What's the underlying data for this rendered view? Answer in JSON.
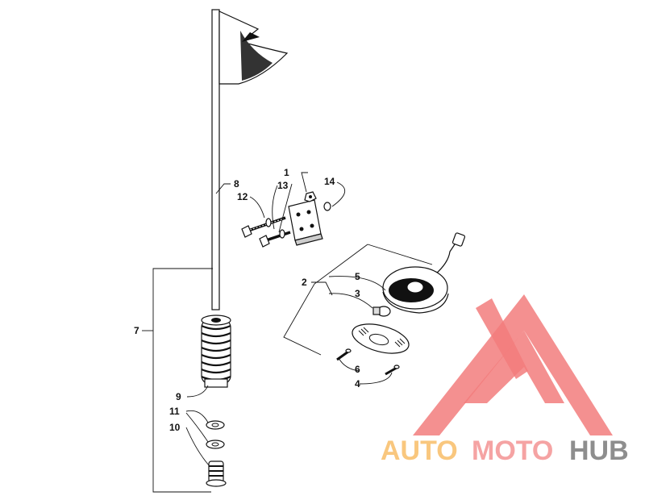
{
  "diagram": {
    "callouts": [
      {
        "id": "c1",
        "text": "1"
      },
      {
        "id": "c2",
        "text": "2"
      },
      {
        "id": "c3",
        "text": "3"
      },
      {
        "id": "c4",
        "text": "4"
      },
      {
        "id": "c5",
        "text": "5"
      },
      {
        "id": "c6",
        "text": "6"
      },
      {
        "id": "c7",
        "text": "7"
      },
      {
        "id": "c8",
        "text": "8"
      },
      {
        "id": "c9",
        "text": "9"
      },
      {
        "id": "c10",
        "text": "10"
      },
      {
        "id": "c11",
        "text": "11"
      },
      {
        "id": "c12",
        "text": "12"
      },
      {
        "id": "c13",
        "text": "13"
      },
      {
        "id": "c14",
        "text": "14"
      }
    ]
  },
  "watermark": {
    "word_1": "AUTO",
    "word_2": "MOTO",
    "word_3": "HUB",
    "color_1": "#F9C77E",
    "color_2": "#F5A3A3",
    "color_3": "#8E8E8E",
    "logo_color": "#F27D7D"
  }
}
